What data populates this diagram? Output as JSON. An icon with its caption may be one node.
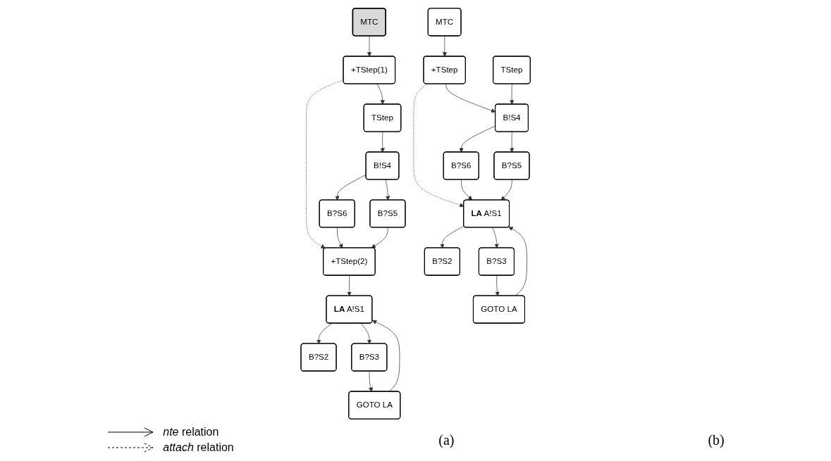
{
  "diagram": {
    "nodes": [
      {
        "text": [
          "MTC"
        ]
      },
      {
        "text": [
          "+TStep(1)"
        ]
      },
      {
        "text": [
          "TStep"
        ]
      },
      {
        "text": [
          "B!S4"
        ]
      },
      {
        "text": [
          "B?S5"
        ]
      },
      {
        "text": [
          "B?S6"
        ]
      },
      {
        "text": [
          "+TStep(2)"
        ]
      },
      {
        "text": [
          "**LA** A!S1"
        ]
      },
      {
        "text": [
          "B?S2"
        ]
      },
      {
        "text": [
          "B?S3"
        ]
      },
      {
        "text": [
          "GOTO LA"
        ]
      },
      {
        "text": [
          "MTC"
        ]
      },
      {
        "text": [
          "+TStep"
        ]
      },
      {
        "text": [
          "TStep"
        ]
      },
      {
        "text": [
          "B!S4"
        ]
      },
      {
        "text": [
          "B?S5"
        ]
      },
      {
        "text": [
          "B?S6"
        ]
      },
      {
        "text": [
          "**LA** A!S1"
        ]
      },
      {
        "text": [
          "B?S2"
        ]
      },
      {
        "text": [
          "B?S3"
        ]
      },
      {
        "text": [
          "GOTO LA"
        ]
      }
    ],
    "edges": [
      {
        "from": 0,
        "to": 1,
        "arrow": "to"
      },
      {
        "from": 1,
        "to": 2,
        "arrow": "to"
      },
      {
        "from": 1,
        "to": 6,
        "arrow": "to",
        "style": "dashed"
      },
      {
        "from": 2,
        "to": 3,
        "arrow": "to"
      },
      {
        "from": 3,
        "to": 4,
        "arrow": "to"
      },
      {
        "from": 3,
        "to": 5,
        "arrow": "to"
      },
      {
        "from": 5,
        "to": 6,
        "arrow": "to"
      },
      {
        "from": 4,
        "to": 6,
        "arrow": "to"
      },
      {
        "from": 6,
        "to": 7,
        "arrow": "to"
      },
      {
        "from": 7,
        "to": 8,
        "arrow": "to"
      },
      {
        "from": 7,
        "to": 9,
        "arrow": "to"
      },
      {
        "from": 9,
        "to": 10,
        "arrow": "to"
      },
      {
        "from": 10,
        "to": 7,
        "arrow": "to"
      },
      {
        "from": 11,
        "to": 12,
        "arrow": "to"
      },
      {
        "from": 12,
        "to": 14,
        "arrow": "to"
      },
      {
        "from": 13,
        "to": 14,
        "arrow": "to"
      },
      {
        "from": 12,
        "to": 17,
        "arrow": "to",
        "style": "dashed"
      },
      {
        "from": 14,
        "to": 15,
        "arrow": "to"
      },
      {
        "from": 14,
        "to": 16,
        "arrow": "to"
      },
      {
        "from": 16,
        "to": 17,
        "arrow": "to"
      },
      {
        "from": 15,
        "to": 17,
        "arrow": "to"
      },
      {
        "from": 17,
        "to": 18,
        "arrow": "to"
      },
      {
        "from": 17,
        "to": 19,
        "arrow": "to"
      },
      {
        "from": 19,
        "to": 20,
        "arrow": "to"
      },
      {
        "from": 20,
        "to": 17,
        "arrow": "to"
      }
    ],
    "labels": [
      "(a)",
      "(b)"
    ],
    "legend": [
      {
        "text": "*nte* relation"
      },
      {
        "text": "*attach* relation"
      }
    ]
  }
}
